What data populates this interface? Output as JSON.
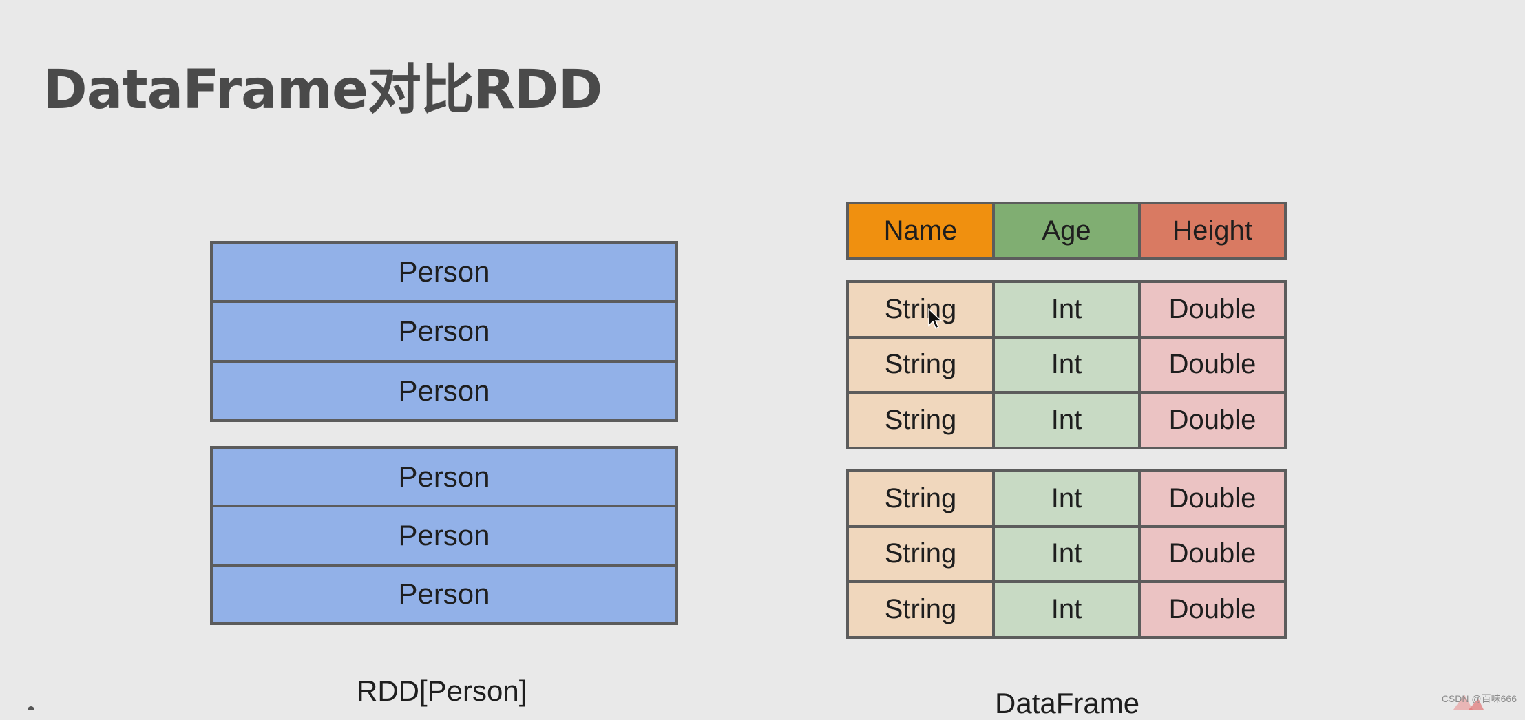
{
  "title": "DataFrame对比RDD",
  "rdd": {
    "blocks": [
      [
        "Person",
        "Person",
        "Person"
      ],
      [
        "Person",
        "Person",
        "Person"
      ]
    ],
    "caption": "RDD[Person]"
  },
  "dataframe": {
    "headers": [
      "Name",
      "Age",
      "Height"
    ],
    "blocks": [
      [
        [
          "String",
          "Int",
          "Double"
        ],
        [
          "String",
          "Int",
          "Double"
        ],
        [
          "String",
          "Int",
          "Double"
        ]
      ],
      [
        [
          "String",
          "Int",
          "Double"
        ],
        [
          "String",
          "Int",
          "Double"
        ],
        [
          "String",
          "Int",
          "Double"
        ]
      ]
    ],
    "caption": "DataFrame"
  },
  "colors": {
    "background": "#e9e9e9",
    "rdd_row": "#92b1e8",
    "header_name": "#f0900f",
    "header_age": "#80ae72",
    "header_height": "#d97a62",
    "cell_string": "#f0d7bd",
    "cell_int": "#c8dac4",
    "cell_double": "#ebc3c3",
    "border": "#5c5c5c"
  },
  "watermark": "CSDN @百味666"
}
